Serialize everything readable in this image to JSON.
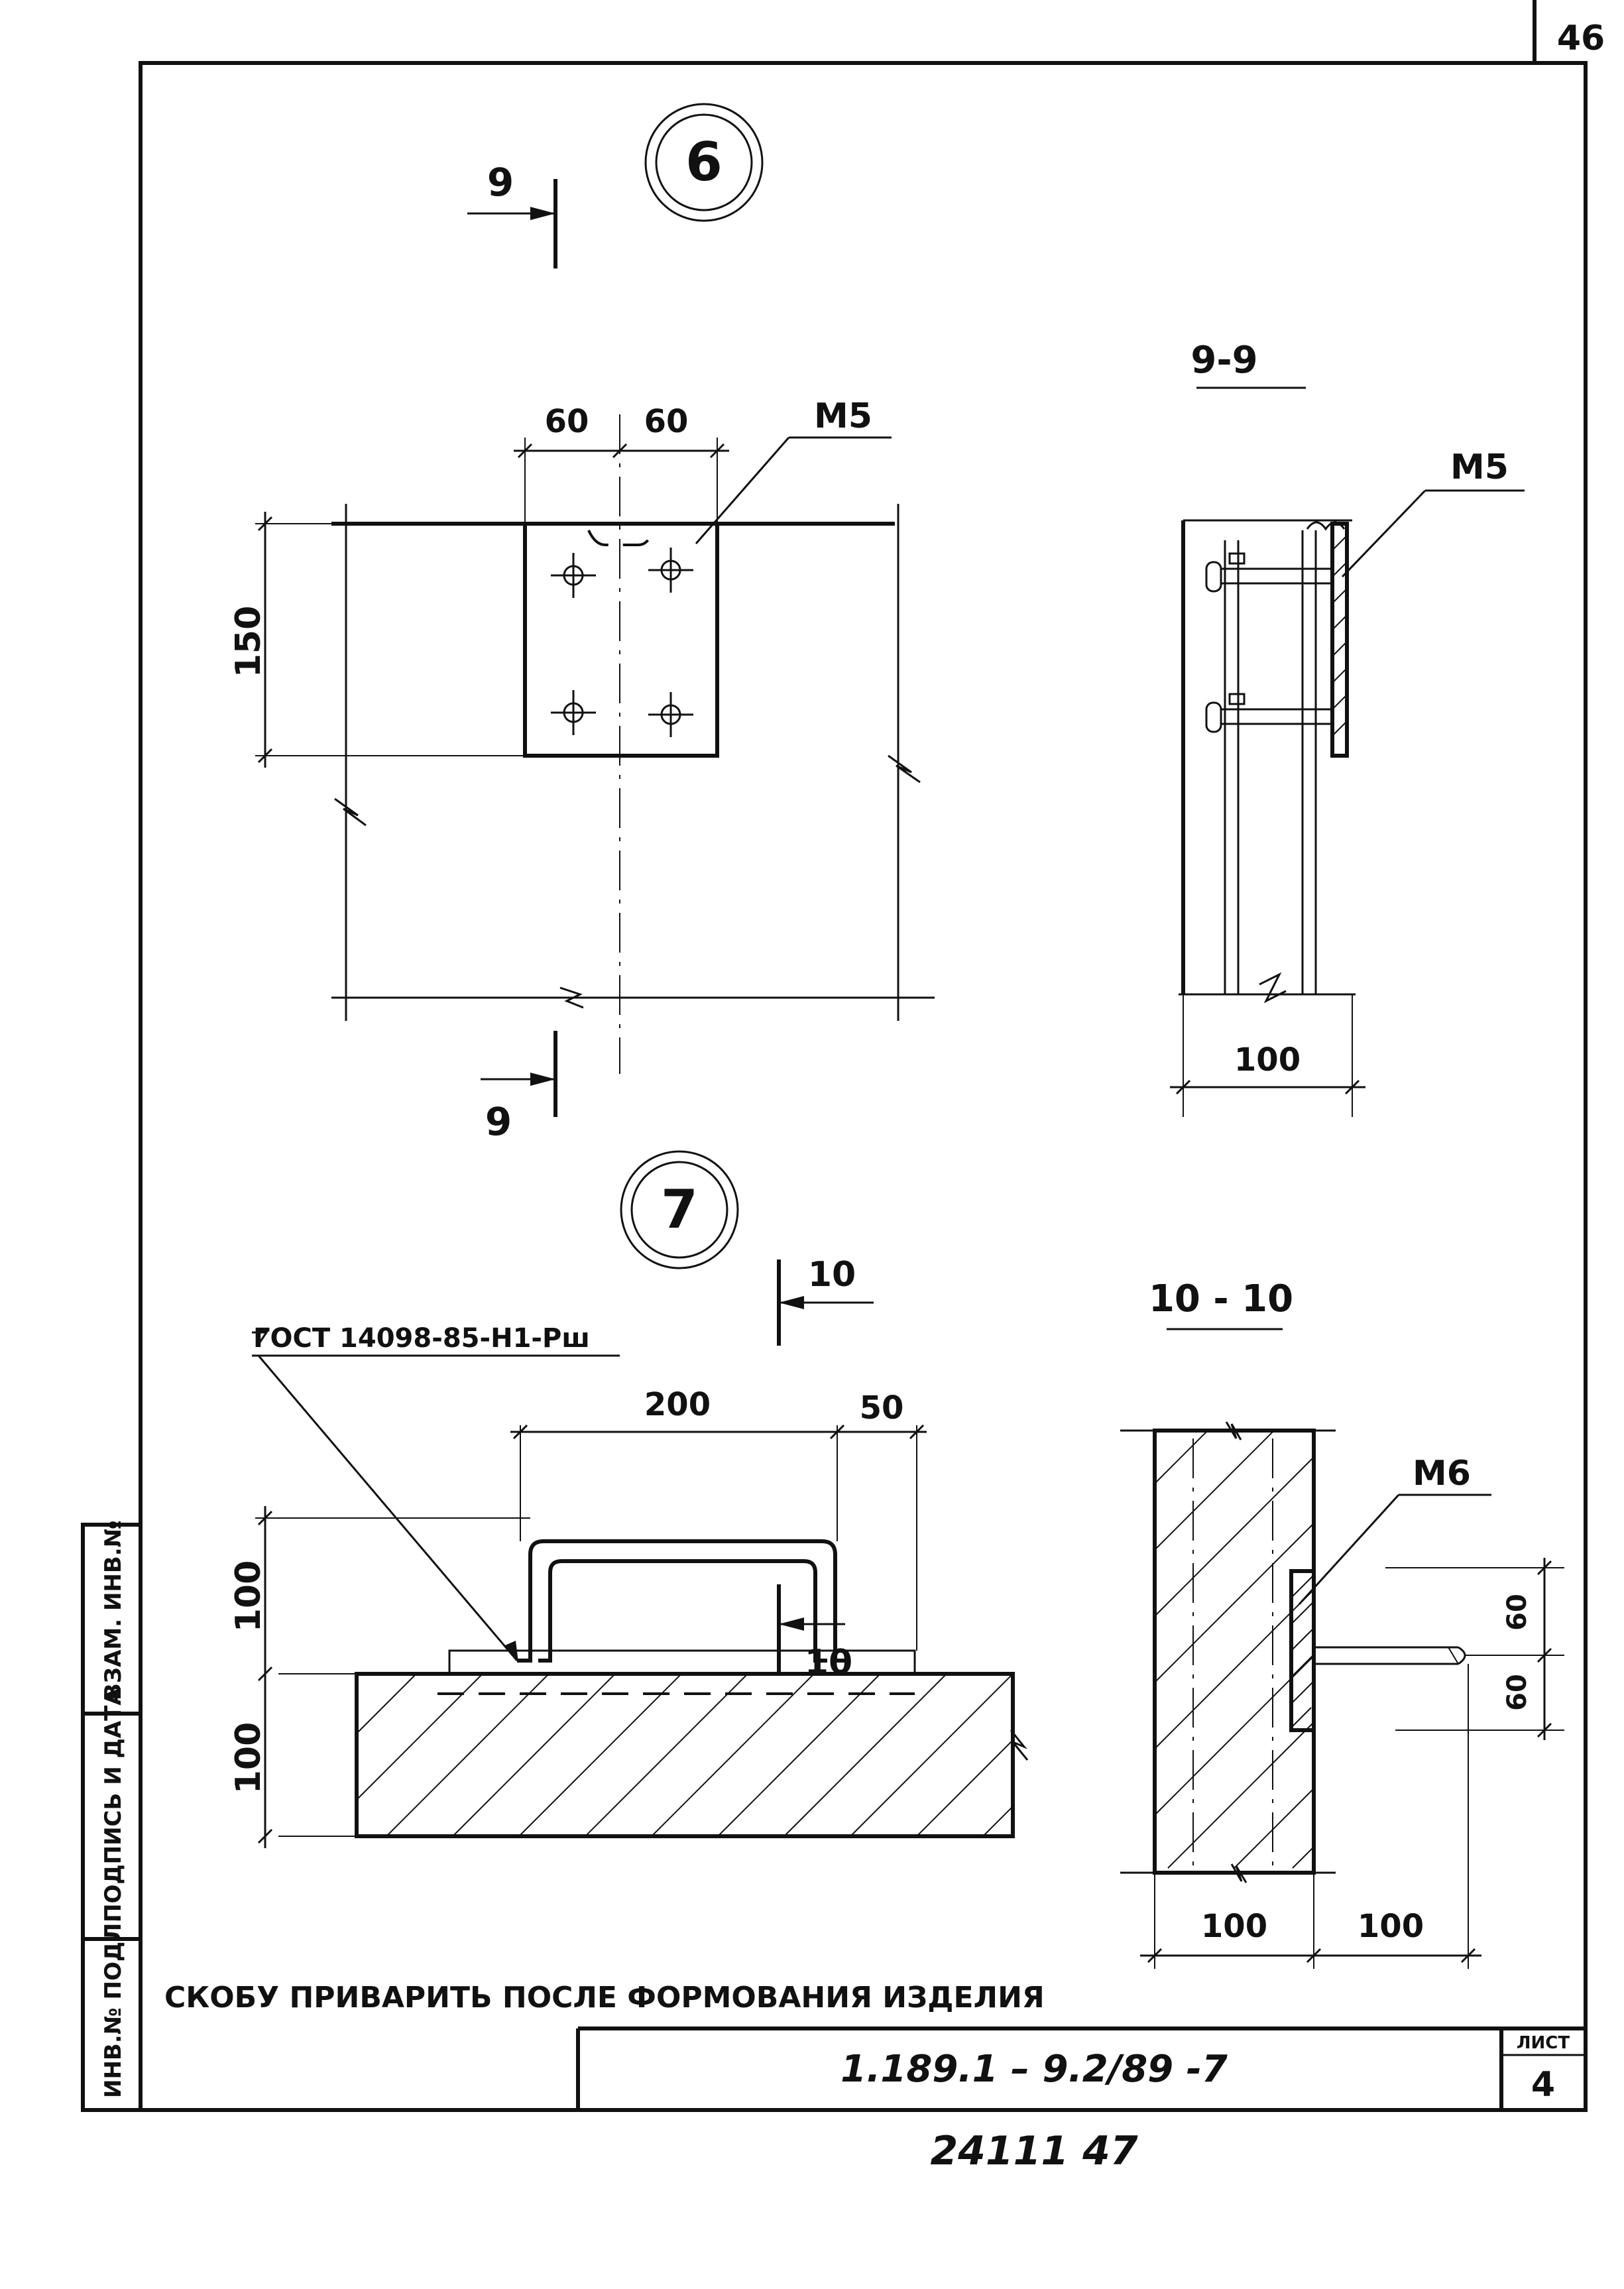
{
  "sheet_corner_number": "46",
  "detail_6": {
    "marker": "6",
    "section_label_top": "9",
    "section_label_bottom": "9",
    "dim_left": "60",
    "dim_right": "60",
    "dim_height": "150",
    "part_mark": "M5"
  },
  "section_9_9": {
    "title": "9-9",
    "part_mark": "M5",
    "dim_width": "100"
  },
  "detail_7": {
    "marker": "7",
    "section_label_top": "10",
    "section_label_bottom": "10",
    "weld_note": "ГОСТ 14098-85-Н1-Рш",
    "dim_length": "200",
    "dim_end": "50",
    "dim_upper_height": "100",
    "dim_lower_height": "100"
  },
  "section_10_10": {
    "title": "10 - 10",
    "part_mark": "M6",
    "dim_top": "60",
    "dim_bottom": "60",
    "dim_wall": "100",
    "dim_projection": "100"
  },
  "note": "СКОБУ ПРИВАРИТЬ ПОСЛЕ ФОРМОВАНИЯ ИЗДЕЛИЯ",
  "side_stamp": {
    "field_1": "ИНВ.№ ПОДЛ.",
    "field_2": "ПОДПИСЬ И ДАТА",
    "field_3": "ВЗАМ. ИНВ.№"
  },
  "title_block": {
    "document_code": "1.189.1 – 9.2/89 -7",
    "sheet_label": "ЛИСТ",
    "sheet_number": "4"
  },
  "archive_number": "24111  47"
}
